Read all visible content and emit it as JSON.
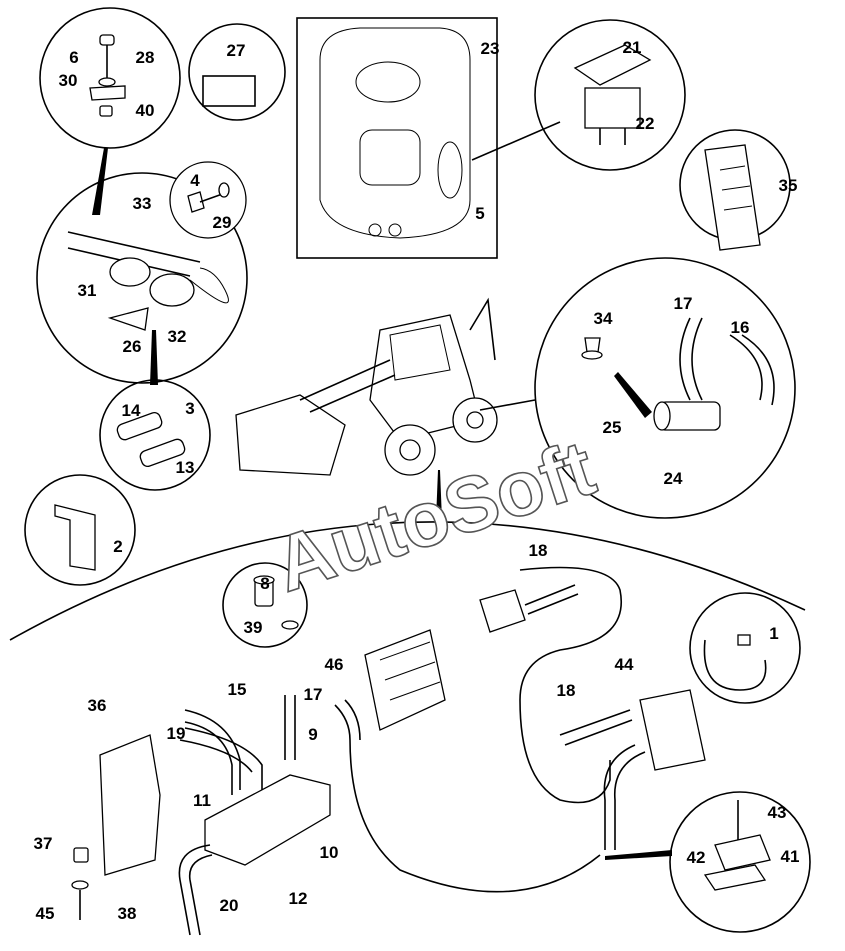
{
  "diagram": {
    "watermark": "AutoSoft",
    "callouts": [
      "6",
      "28",
      "30",
      "40",
      "27",
      "23",
      "21",
      "22",
      "35",
      "5",
      "4",
      "33",
      "29",
      "31",
      "26",
      "32",
      "34",
      "17",
      "16",
      "25",
      "24",
      "14",
      "3",
      "13",
      "2",
      "18",
      "8",
      "39",
      "1",
      "46",
      "44",
      "15",
      "17",
      "36",
      "18",
      "19",
      "9",
      "11",
      "37",
      "10",
      "12",
      "43",
      "42",
      "41",
      "20",
      "45",
      "38"
    ]
  }
}
